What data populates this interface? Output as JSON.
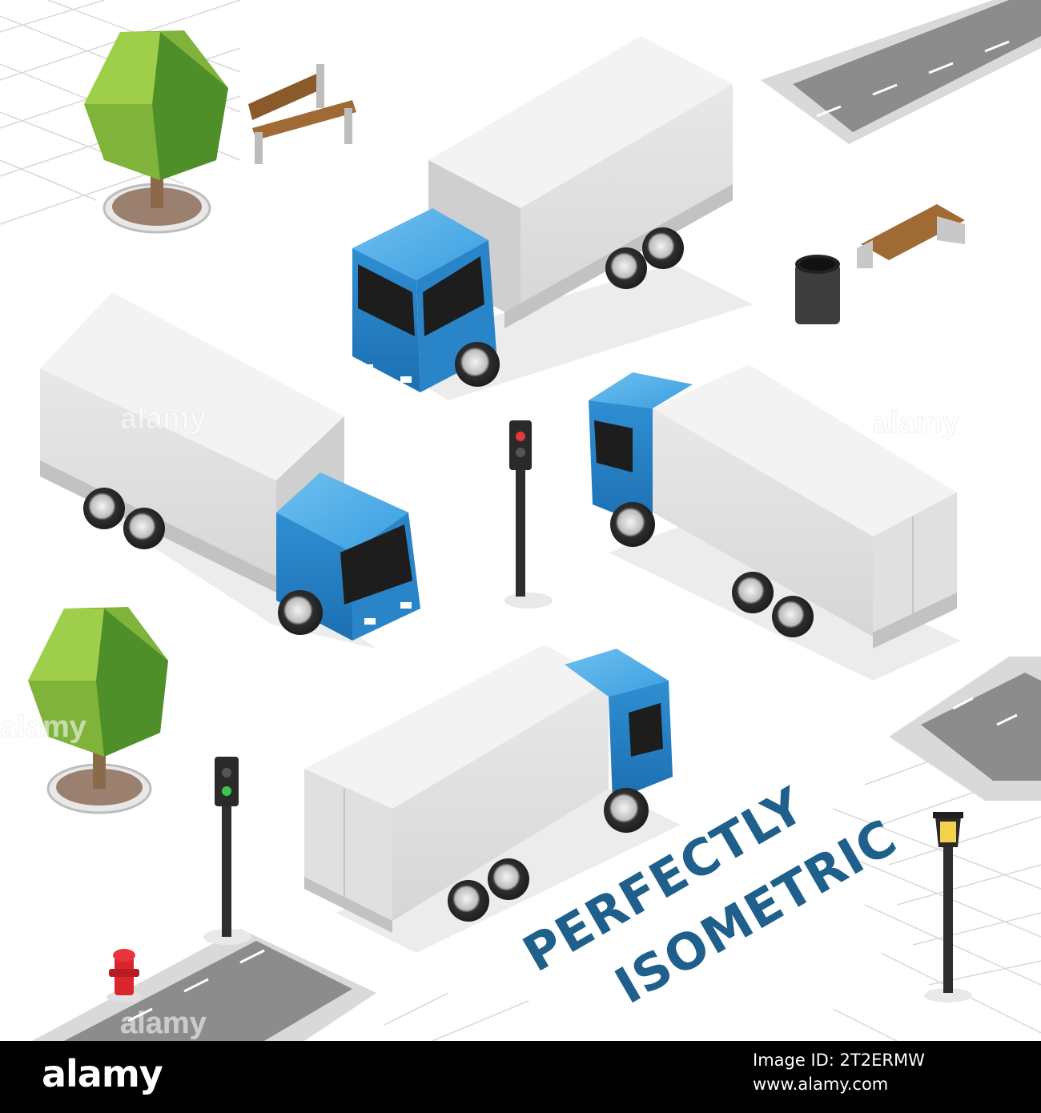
{
  "headline": {
    "line1": "PERFECTLY",
    "line2": "ISOMETRIC"
  },
  "watermarks": [
    "alamy",
    "alamy",
    "alamy",
    "alamy"
  ],
  "footer": {
    "logo": "alamy",
    "caption": "Image ID: 2T2ERMW",
    "id": "www.alamy.com"
  },
  "colors": {
    "truck_cab": "#2f8fd3",
    "truck_box": "#e3e3e3",
    "road": "#8a8a8a",
    "tree": "#7fb33a",
    "headline": "#1f5f8b",
    "hydrant": "#d9252b"
  },
  "icons": [
    "truck-icon",
    "tree-icon",
    "bench-icon",
    "traffic-light-icon",
    "street-lamp-icon",
    "trash-can-icon",
    "fire-hydrant-icon"
  ]
}
